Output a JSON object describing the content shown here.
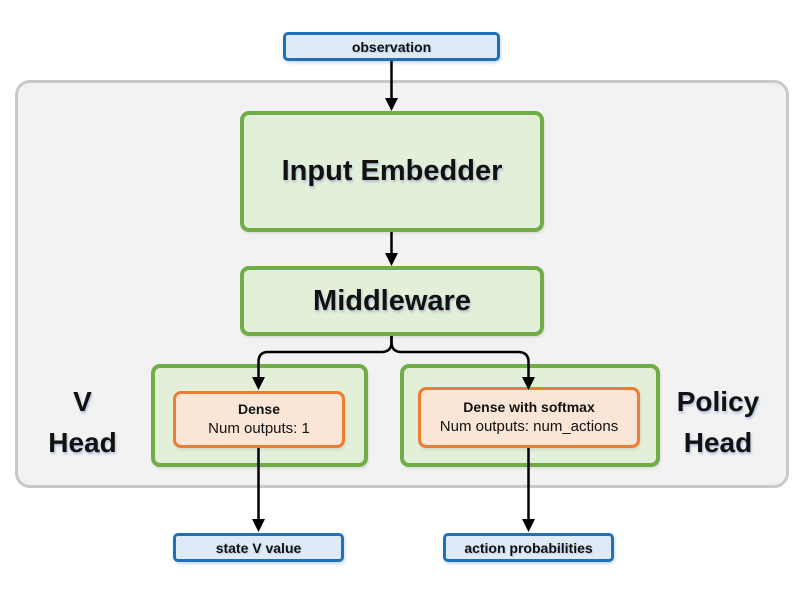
{
  "diagram": {
    "observation_label": "observation",
    "input_embedder_label": "Input Embedder",
    "middleware_label": "Middleware",
    "v_head": {
      "title_line1": "V",
      "title_line2": "Head",
      "dense_title": "Dense",
      "dense_subtitle": "Num outputs: 1",
      "output_label": "state V value"
    },
    "policy_head": {
      "title_line1": "Policy",
      "title_line2": "Head",
      "dense_title": "Dense with softmax",
      "dense_subtitle": "Num outputs: num_actions",
      "output_label": "action probabilities"
    }
  },
  "colors": {
    "blue_border": "#1E71B8",
    "blue_fill": "#DEEBF7",
    "green_border": "#70AD47",
    "green_fill": "#E2EFD9",
    "orange_border": "#ED7D31",
    "orange_fill": "#FBE5D6",
    "container_fill": "#F2F2F2",
    "container_border": "#C9C9C9",
    "arrow": "#000000"
  }
}
